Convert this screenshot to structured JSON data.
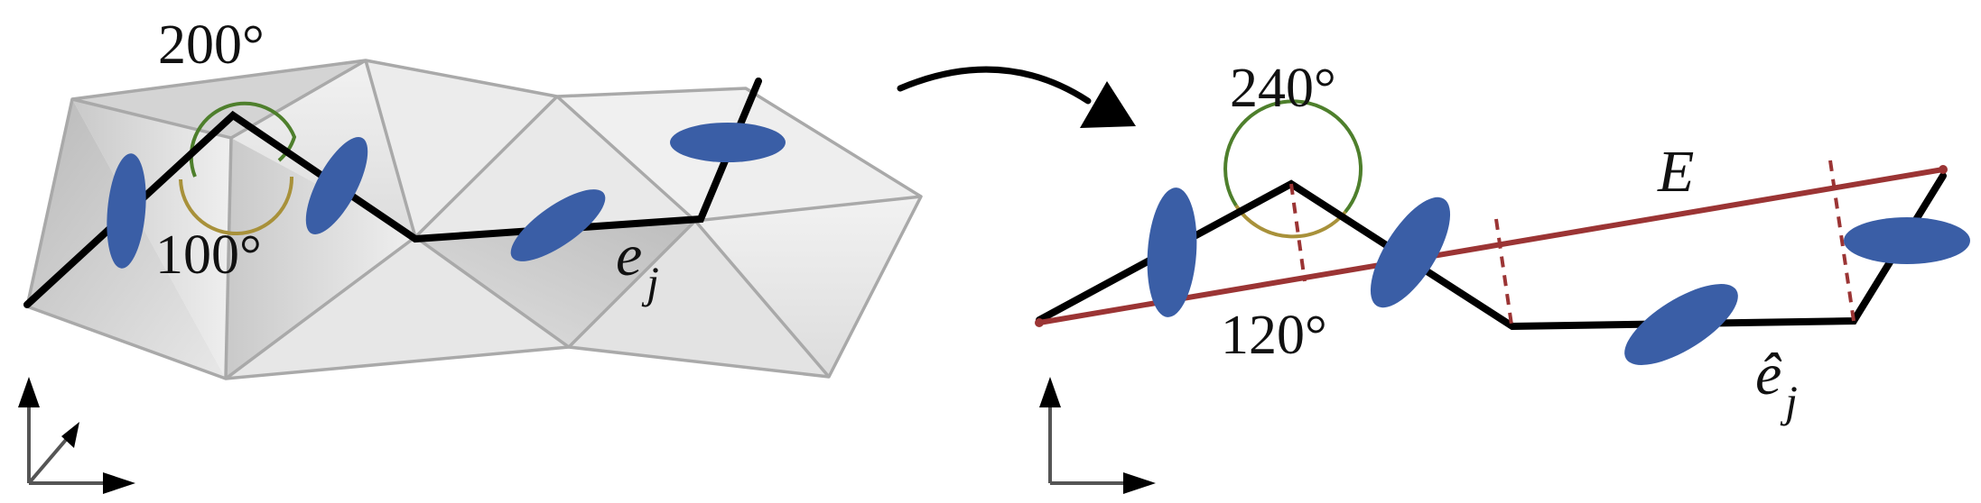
{
  "left_panel": {
    "top_angle": "200°",
    "bottom_angle": "100°",
    "edge_label": "e",
    "edge_subscript": "j"
  },
  "right_panel": {
    "top_angle": "240°",
    "bottom_angle": "120°",
    "segment_label": "E",
    "edge_label": "ê",
    "edge_subscript": "j"
  },
  "colors": {
    "chain": "#000000",
    "ellipse": "#3a5ea6",
    "outer_arc": "#4e7f2c",
    "inner_arc": "#a8913a",
    "segment": "#9b3434",
    "mesh_edge": "#a9a9a9",
    "axes": "#555555"
  },
  "icons": [
    "axis-arrows-3d-icon",
    "axis-arrows-2d-icon",
    "transform-arrow-icon"
  ]
}
